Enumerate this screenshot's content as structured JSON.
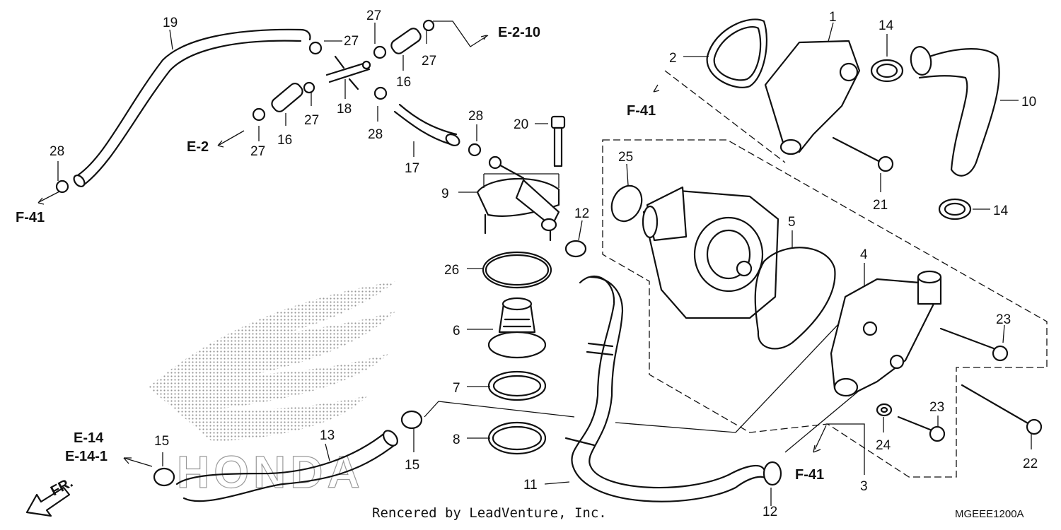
{
  "diagram": {
    "callouts": {
      "c1": "1",
      "c2": "2",
      "c3": "3",
      "c4": "4",
      "c5": "5",
      "c6": "6",
      "c7": "7",
      "c8": "8",
      "c9": "9",
      "c10": "10",
      "c11": "11",
      "c12a": "12",
      "c12b": "12",
      "c13": "13",
      "c14a": "14",
      "c14b": "14",
      "c15a": "15",
      "c15b": "15",
      "c16a": "16",
      "c16b": "16",
      "c17": "17",
      "c18": "18",
      "c19": "19",
      "c20": "20",
      "c21": "21",
      "c22": "22",
      "c23a": "23",
      "c23b": "23",
      "c24": "24",
      "c25": "25",
      "c26": "26",
      "c27a": "27",
      "c27b": "27",
      "c27c": "27",
      "c27d": "27",
      "c27e": "27",
      "c28a": "28",
      "c28b": "28",
      "c28c": "28"
    },
    "references": {
      "e_2_10": "E-2-10",
      "e_2": "E-2",
      "f_41_left": "F-41",
      "f_41_top": "F-41",
      "f_41_bottom": "F-41",
      "e_14": "E-14",
      "e_14_1": "E-14-1",
      "fr": "FR."
    },
    "logo_text": "HONDA",
    "credit": "Rencered by LeadVenture, Inc.",
    "diagram_code": "MGEEE1200A"
  }
}
